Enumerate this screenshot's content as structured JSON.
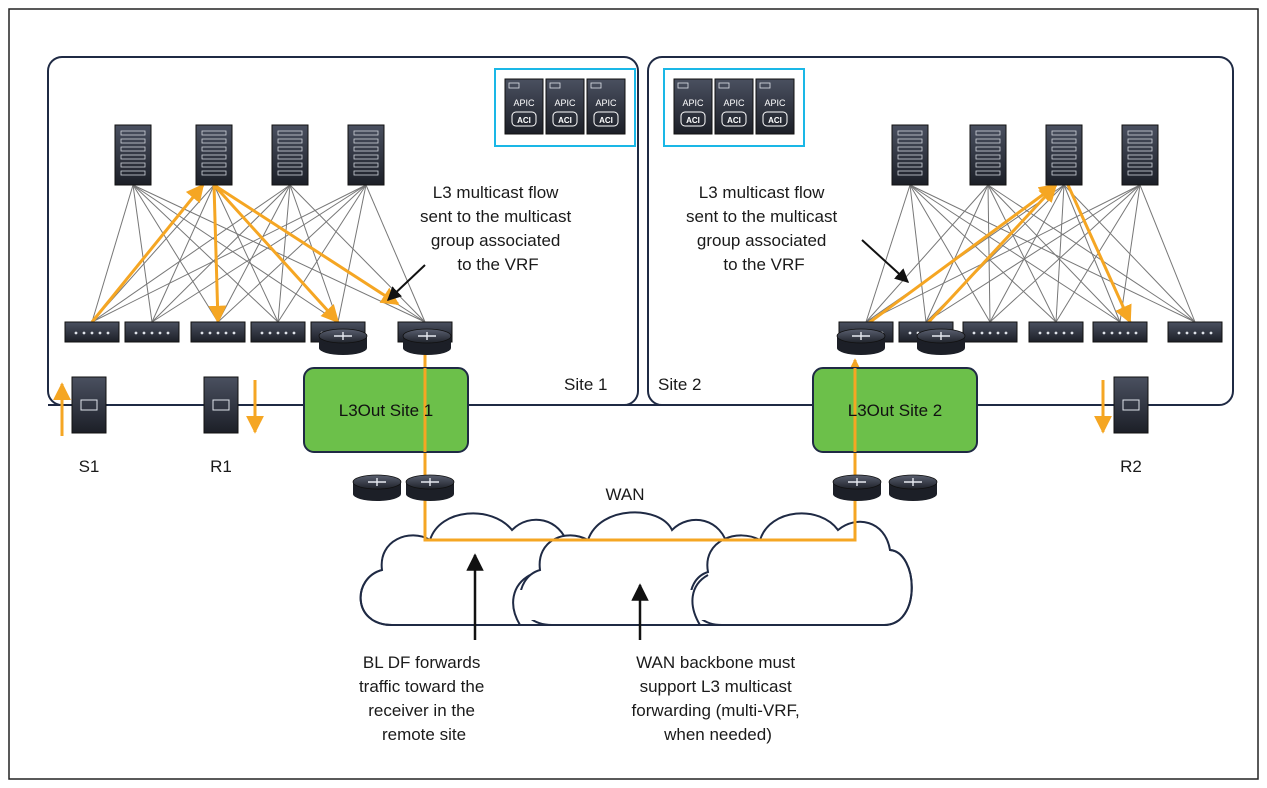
{
  "site1": {
    "label": "Site 1",
    "l3out": "L3Out Site 1",
    "annotation": [
      "L3 multicast flow",
      "sent to the multicast",
      "group associated",
      "to the VRF"
    ]
  },
  "site2": {
    "label": "Site 2",
    "l3out": "L3Out Site 2",
    "annotation": [
      "L3 multicast flow",
      "sent to the multicast",
      "group associated",
      "to the VRF"
    ]
  },
  "apic": {
    "label": "APIC",
    "badge": "ACI"
  },
  "hosts": {
    "s1": "S1",
    "r1": "R1",
    "r2": "R2"
  },
  "wan": {
    "label": "WAN"
  },
  "captions": {
    "bl_df": [
      "BL DF forwards",
      "traffic toward the",
      "receiver in the",
      "remote site"
    ],
    "backbone": [
      "WAN backbone must",
      "support L3 multicast",
      "forwarding (multi-VRF,",
      "when needed)"
    ]
  },
  "colors": {
    "flow": "#f5a623",
    "l3out_fill": "#6cc04a",
    "site_border": "#1f2a44",
    "apic_border": "#1ab7e6",
    "mesh": "#777777"
  }
}
